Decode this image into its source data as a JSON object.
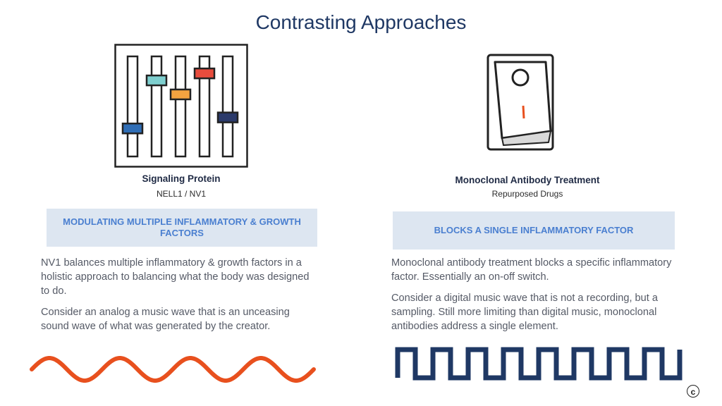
{
  "title": "Contrasting Approaches",
  "left": {
    "label": "Signaling Protein",
    "sub": "NELL1 / NV1",
    "banner": "MODULATING MULTIPLE INFLAMMATORY & GROWTH FACTORS",
    "para1": "NV1 balances multiple inflammatory & growth factors in a holistic approach to balancing what the body was designed to do.",
    "para2": "Consider an analog a music wave that is an unceasing sound wave of what was generated by the creator.",
    "icon": "mixer-sliders-icon",
    "wave": "analog-wave",
    "slider_levels": [
      0.28,
      0.76,
      0.62,
      0.83,
      0.39
    ],
    "slider_colors": [
      "#2f6db5",
      "#7ecfcf",
      "#f4a340",
      "#e84c3d",
      "#2b3a6b"
    ],
    "wave_color": "#e8501e"
  },
  "right": {
    "label": "Monoclonal Antibody Treatment",
    "sub": "Repurposed Drugs",
    "banner": "BLOCKS A SINGLE INFLAMMATORY FACTOR",
    "para1": "Monoclonal antibody treatment blocks a specific inflammatory factor. Essentially an on-off switch.",
    "para2": "Consider a digital music wave that is not a recording, but a sampling.  Still more limiting than digital music, monoclonal antibodies address a single element.",
    "icon": "rocker-switch-icon",
    "wave": "digital-square-wave",
    "switch_mark_color": "#e8501e",
    "wave_color": "#1f3864"
  },
  "copyright": "c"
}
